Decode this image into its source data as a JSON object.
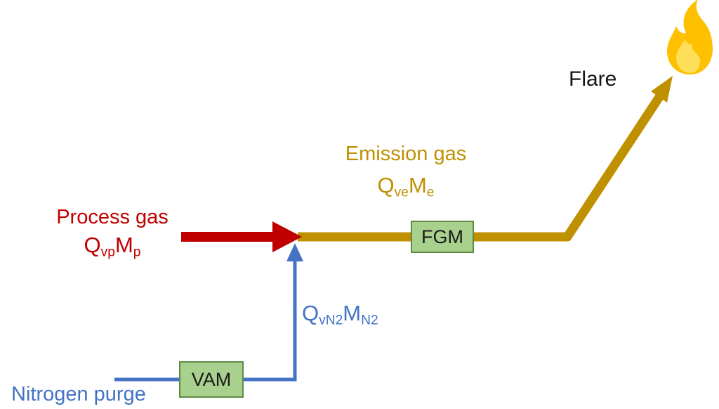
{
  "labels": {
    "flare": "Flare",
    "emission_gas": "Emission gas",
    "process_gas": "Process gas",
    "nitrogen_purge": "Nitrogen purge"
  },
  "formulas": {
    "emission": {
      "q": "Q",
      "q_sub": "ve",
      "m": "M",
      "m_sub": "e"
    },
    "process": {
      "q": "Q",
      "q_sub": "vp",
      "m": "M",
      "m_sub": "p"
    },
    "nitrogen": {
      "q": "Q",
      "q_sub": "vN2",
      "m": "M",
      "m_sub": "N2"
    }
  },
  "boxes": {
    "fgm": "FGM",
    "vam": "VAM"
  },
  "icons": {
    "flame": "flame-icon"
  },
  "colors": {
    "process_red": "#C00000",
    "emission_gold": "#BF9000",
    "nitrogen_blue": "#4472C4",
    "box_fill": "#A9D18E",
    "box_border": "#5E8A44",
    "flame_orange": "#FFC000",
    "flame_light": "#FFDE59",
    "text_black": "#151515",
    "background": "#FFFFFF"
  }
}
